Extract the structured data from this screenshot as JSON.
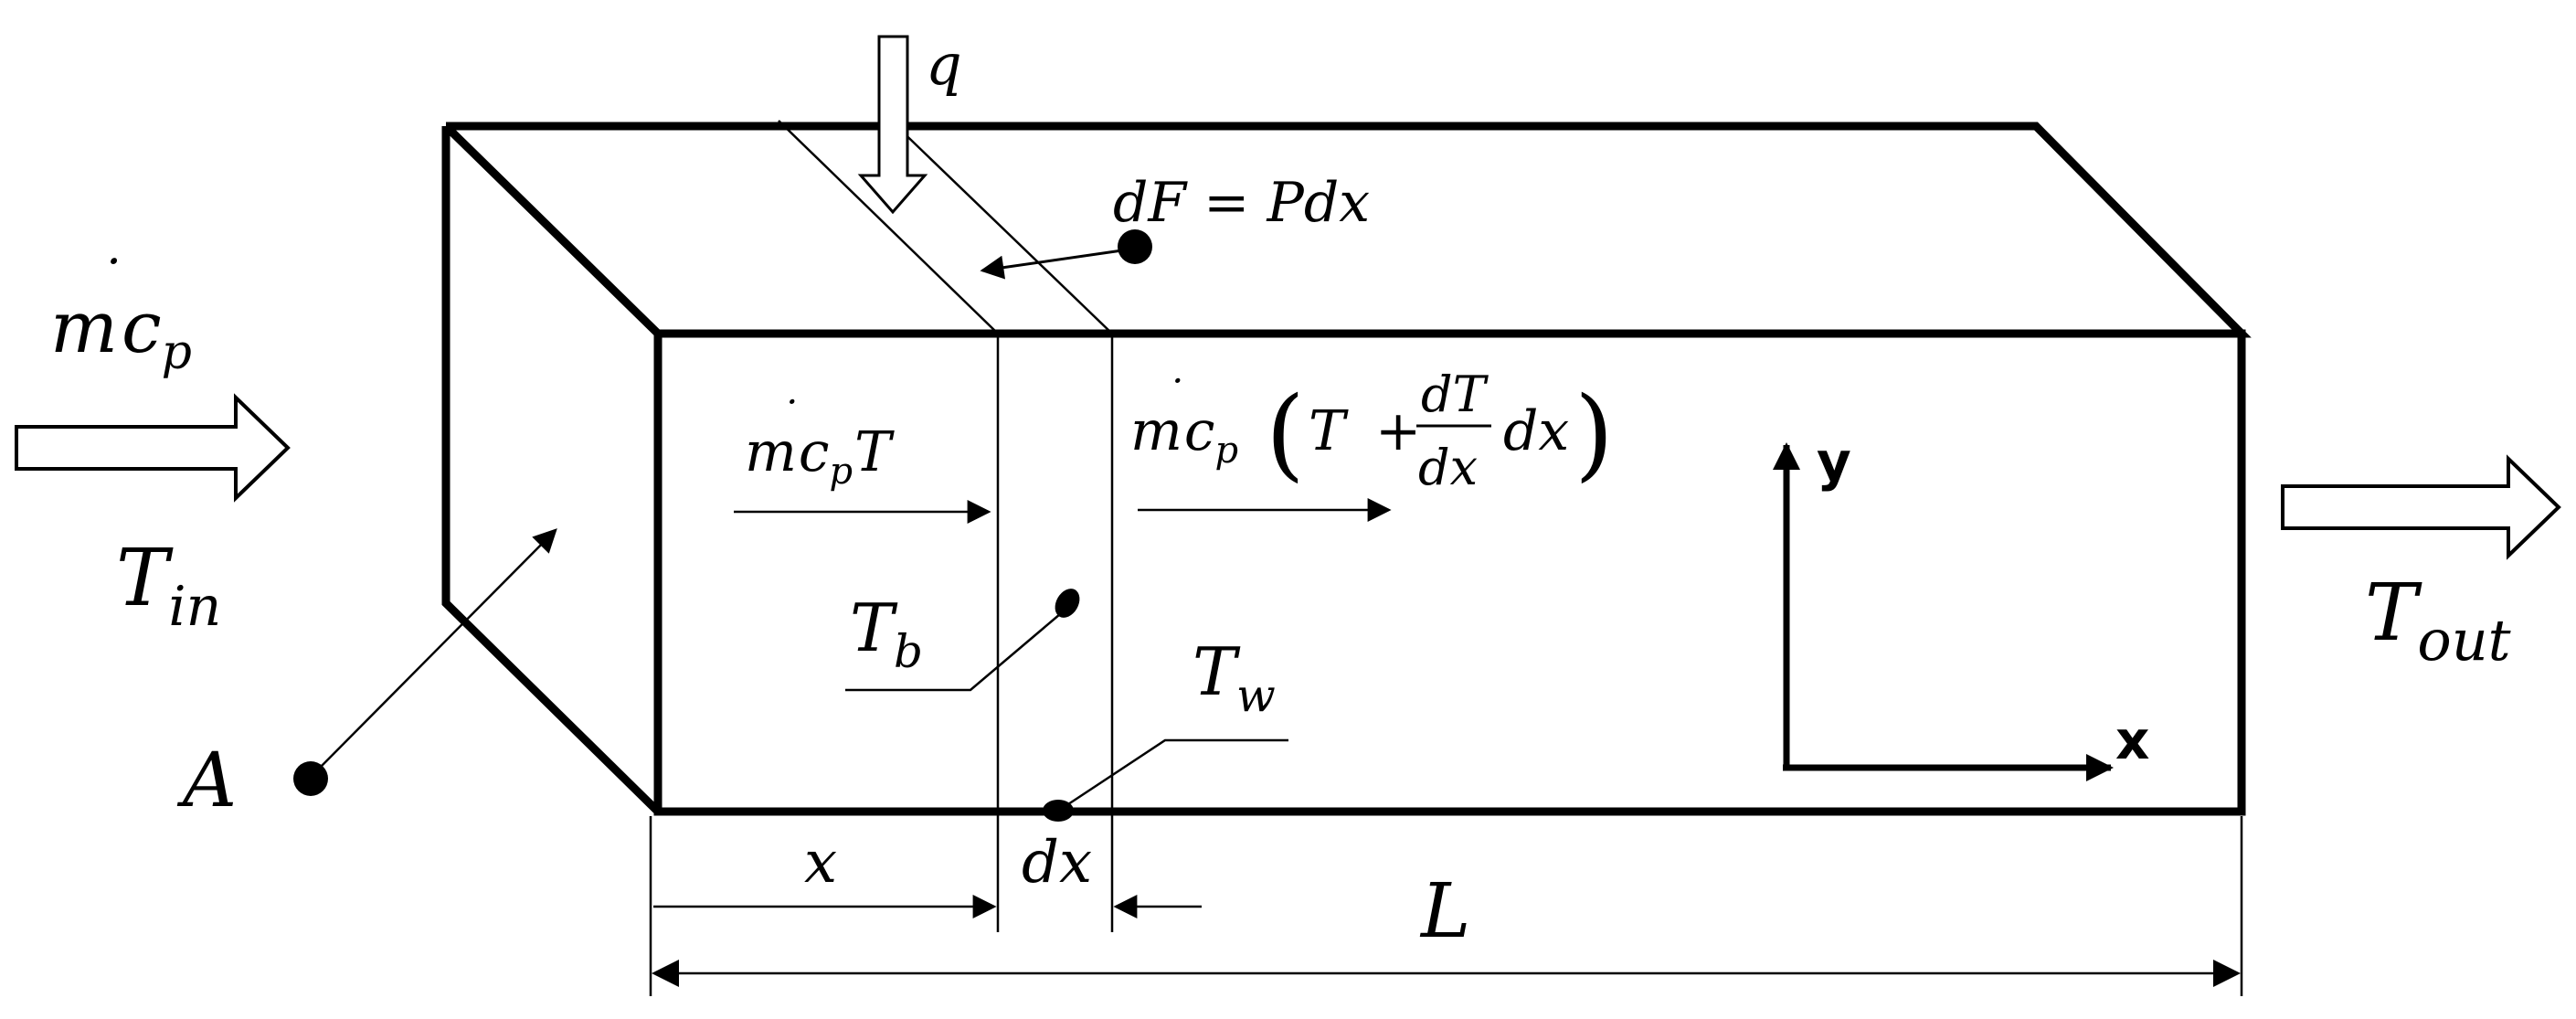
{
  "labels": {
    "q": "q",
    "dF_eq": "dF = Pdx",
    "mcp_left": "mċp",
    "T_in": "Tin",
    "mcpT": "mċpT",
    "mcp_out_expr": "mċp(T + (dT/dx)dx)",
    "T_b": "Tb",
    "T_w": "Tw",
    "A": "A",
    "x": "x",
    "dx": "dx",
    "L": "L",
    "T_out": "Tout",
    "axis_y": "y",
    "axis_x": "x"
  },
  "parts": {
    "m": "m",
    "dot": "˙",
    "c": "c",
    "p": "p",
    "T": "T",
    "in": "in",
    "b": "b",
    "w": "w",
    "out": "out",
    "plus": "+",
    "dT": "dT",
    "dx": "dx",
    "lparen": "(",
    "rparen": ")"
  }
}
